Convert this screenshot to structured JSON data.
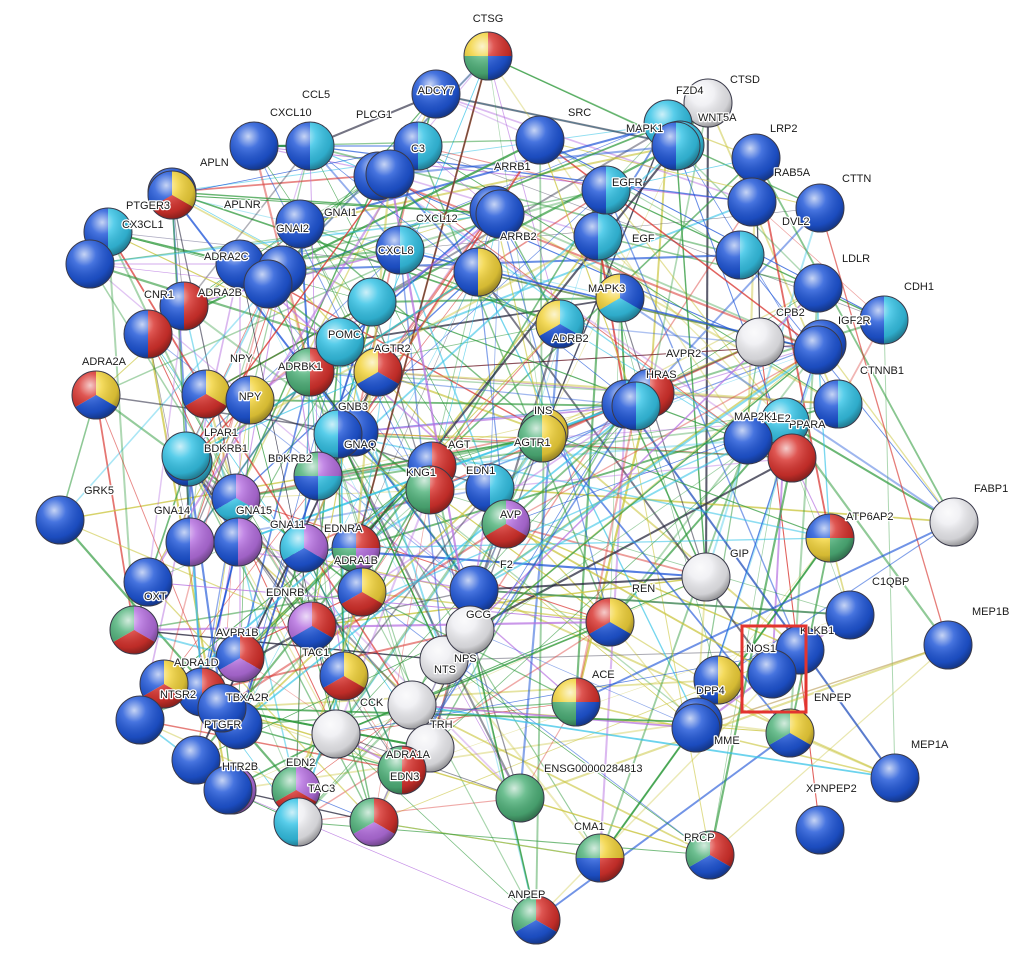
{
  "network": {
    "colors": {
      "blue": "#1f56d8",
      "cyan": "#35c3e6",
      "yellow": "#f2d33a",
      "red": "#d8322d",
      "green": "#4fb27a",
      "violet": "#b56fe0",
      "white": "#eeeef2",
      "edge_green": "#2f9a3c",
      "edge_yellow": "#c9c43a",
      "edge_dark": "#23233a",
      "highlight_box": "#e3342f"
    },
    "highlighted_node": "NOS1",
    "nodes": [
      {
        "id": "CTSG",
        "label": "CTSG",
        "colors": [
          "red",
          "blue",
          "green",
          "yellow"
        ]
      },
      {
        "id": "CTSD",
        "label": "CTSD",
        "colors": [
          "white"
        ]
      },
      {
        "id": "FZD4",
        "label": "FZD4",
        "colors": [
          "cyan"
        ]
      },
      {
        "id": "WNT5A",
        "label": "WNT5A",
        "colors": [
          "cyan"
        ]
      },
      {
        "id": "LRP2",
        "label": "LRP2",
        "colors": [
          "blue"
        ]
      },
      {
        "id": "RAB5A",
        "label": "RAB5A",
        "colors": [
          "blue"
        ]
      },
      {
        "id": "CTTN",
        "label": "CTTN",
        "colors": [
          "blue"
        ]
      },
      {
        "id": "DVL2",
        "label": "DVL2",
        "colors": [
          "cyan",
          "blue"
        ]
      },
      {
        "id": "LDLR",
        "label": "LDLR",
        "colors": [
          "blue"
        ]
      },
      {
        "id": "CDH1",
        "label": "CDH1",
        "colors": [
          "cyan",
          "blue"
        ]
      },
      {
        "id": "IGF2R",
        "label": "IGF2R",
        "colors": [
          "blue"
        ]
      },
      {
        "id": "CPB2",
        "label": "CPB2",
        "colors": [
          "white"
        ]
      },
      {
        "id": "CTNNB1",
        "label": "CTNNB1",
        "colors": [
          "cyan",
          "blue"
        ]
      },
      {
        "id": "PPARA",
        "label": "PPARA",
        "colors": [
          "cyan"
        ]
      },
      {
        "id": "FABP1",
        "label": "FABP1",
        "colors": [
          "white"
        ]
      },
      {
        "id": "ATP6AP2",
        "label": "ATP6AP2",
        "colors": [
          "red",
          "green",
          "yellow",
          "blue"
        ]
      },
      {
        "id": "C1QBP",
        "label": "C1QBP",
        "colors": [
          "blue"
        ]
      },
      {
        "id": "MEP1B",
        "label": "MEP1B",
        "colors": [
          "blue"
        ]
      },
      {
        "id": "MEP1A",
        "label": "MEP1A",
        "colors": [
          "blue"
        ]
      },
      {
        "id": "XPNPEP2",
        "label": "XPNPEP2",
        "colors": [
          "blue"
        ]
      },
      {
        "id": "ENPEP",
        "label": "ENPEP",
        "colors": [
          "yellow",
          "blue",
          "green"
        ]
      },
      {
        "id": "KLKB1",
        "label": "KLKB1",
        "colors": [
          "blue"
        ]
      },
      {
        "id": "NOS1",
        "label": "NOS1",
        "colors": [
          "blue"
        ]
      },
      {
        "id": "DPP4",
        "label": "DPP4",
        "colors": [
          "yellow",
          "blue"
        ]
      },
      {
        "id": "MME",
        "label": "MME",
        "colors": [
          "blue"
        ]
      },
      {
        "id": "PRCP",
        "label": "PRCP",
        "colors": [
          "red",
          "blue",
          "green"
        ]
      },
      {
        "id": "CMA1",
        "label": "CMA1",
        "colors": [
          "yellow",
          "red",
          "blue",
          "green"
        ]
      },
      {
        "id": "ANPEP",
        "label": "ANPEP",
        "colors": [
          "red",
          "blue",
          "green"
        ]
      },
      {
        "id": "ENSG00000284813",
        "label": "ENSG00000284813",
        "colors": [
          "green"
        ]
      },
      {
        "id": "ACE",
        "label": "ACE",
        "colors": [
          "red",
          "blue",
          "green",
          "yellow"
        ]
      },
      {
        "id": "REN",
        "label": "REN",
        "colors": [
          "yellow",
          "blue",
          "red"
        ]
      },
      {
        "id": "GIP",
        "label": "GIP",
        "colors": [
          "white"
        ]
      },
      {
        "id": "ACE2",
        "label": "ACE2",
        "colors": [
          "red"
        ]
      },
      {
        "id": "MAP2K1",
        "label": "MAP2K1",
        "colors": [
          "blue"
        ]
      },
      {
        "id": "HRAS",
        "label": "HRAS",
        "colors": [
          "cyan",
          "blue"
        ]
      },
      {
        "id": "AVPR2",
        "label": "AVPR2",
        "colors": [
          "red",
          "blue"
        ]
      },
      {
        "id": "INS",
        "label": "INS",
        "colors": [
          "yellow",
          "green"
        ]
      },
      {
        "id": "MAPK3",
        "label": "MAPK3",
        "colors": [
          "blue",
          "cyan",
          "yellow"
        ]
      },
      {
        "id": "ADRB2",
        "label": "ADRB2",
        "colors": [
          "cyan",
          "blue",
          "yellow"
        ]
      },
      {
        "id": "EGF",
        "label": "EGF",
        "colors": [
          "cyan",
          "blue"
        ]
      },
      {
        "id": "EGFR",
        "label": "EGFR",
        "colors": [
          "cyan",
          "blue"
        ]
      },
      {
        "id": "MAPK1",
        "label": "MAPK1",
        "colors": [
          "cyan",
          "blue"
        ]
      },
      {
        "id": "SRC",
        "label": "SRC",
        "colors": [
          "blue"
        ]
      },
      {
        "id": "ARRB1",
        "label": "ARRB1",
        "colors": [
          "blue"
        ]
      },
      {
        "id": "ARRB2",
        "label": "ARRB2",
        "colors": [
          "yellow",
          "blue"
        ]
      },
      {
        "id": "ADCY7",
        "label": "ADCY7",
        "colors": [
          "blue"
        ]
      },
      {
        "id": "CXCL12",
        "label": "CXCL12",
        "colors": [
          "cyan",
          "blue"
        ]
      },
      {
        "id": "CXCL8",
        "label": "CXCL8",
        "colors": [
          "cyan"
        ]
      },
      {
        "id": "C3",
        "label": "C3",
        "colors": [
          "cyan",
          "blue"
        ]
      },
      {
        "id": "PLCG1",
        "label": "PLCG1",
        "colors": [
          "blue"
        ]
      },
      {
        "id": "CCL5",
        "label": "CCL5",
        "colors": [
          "cyan",
          "blue"
        ]
      },
      {
        "id": "CXCL10",
        "label": "CXCL10",
        "colors": [
          "blue"
        ]
      },
      {
        "id": "APLNR",
        "label": "APLNR",
        "colors": [
          "blue"
        ]
      },
      {
        "id": "APLN",
        "label": "APLN",
        "colors": [
          "blue"
        ]
      },
      {
        "id": "GNAI1",
        "label": "GNAI1",
        "colors": [
          "blue"
        ]
      },
      {
        "id": "GNAI2",
        "label": "GNAI2",
        "colors": [
          "blue"
        ]
      },
      {
        "id": "PTGER3",
        "label": "PTGER3",
        "colors": [
          "yellow",
          "red",
          "blue"
        ]
      },
      {
        "id": "CX3CL1",
        "label": "CX3CL1",
        "colors": [
          "cyan",
          "blue"
        ]
      },
      {
        "id": "ADRA2C",
        "label": "ADRA2C",
        "colors": [
          "blue"
        ]
      },
      {
        "id": "ADRA2B",
        "label": "ADRA2B",
        "colors": [
          "red",
          "blue"
        ]
      },
      {
        "id": "CNR1",
        "label": "CNR1",
        "colors": [
          "red",
          "blue"
        ]
      },
      {
        "id": "ADRA2A",
        "label": "ADRA2A",
        "colors": [
          "yellow",
          "blue",
          "red"
        ]
      },
      {
        "id": "NPY",
        "label": "NPY",
        "colors": [
          "yellow",
          "red",
          "blue"
        ]
      },
      {
        "id": "NPY2",
        "label": "NPY",
        "colors": [
          "yellow",
          "blue"
        ]
      },
      {
        "id": "ADRBK1",
        "label": "ADRBK1",
        "colors": [
          "red",
          "green"
        ]
      },
      {
        "id": "POMC",
        "label": "POMC",
        "colors": [
          "cyan"
        ]
      },
      {
        "id": "AGTR2",
        "label": "AGTR2",
        "colors": [
          "red",
          "blue",
          "yellow"
        ]
      },
      {
        "id": "GNB3",
        "label": "GNB3",
        "colors": [
          "blue"
        ]
      },
      {
        "id": "GNAQ",
        "label": "GNAQ",
        "colors": [
          "blue",
          "cyan"
        ]
      },
      {
        "id": "AGT",
        "label": "AGT",
        "colors": [
          "red",
          "green",
          "blue"
        ]
      },
      {
        "id": "AGTR1",
        "label": "AGTR1",
        "colors": [
          "yellow",
          "green"
        ]
      },
      {
        "id": "KNG1",
        "label": "KNG1",
        "colors": [
          "red",
          "green"
        ]
      },
      {
        "id": "EDN1",
        "label": "EDN1",
        "colors": [
          "cyan",
          "blue"
        ]
      },
      {
        "id": "AVP",
        "label": "AVP",
        "colors": [
          "violet",
          "red",
          "green"
        ]
      },
      {
        "id": "EDNRA",
        "label": "EDNRA",
        "colors": [
          "red",
          "violet",
          "green",
          "blue"
        ]
      },
      {
        "id": "LPAR1",
        "label": "LPAR1",
        "colors": [
          "cyan",
          "blue"
        ]
      },
      {
        "id": "BDKRB1",
        "label": "BDKRB1",
        "colors": [
          "violet",
          "cyan",
          "blue"
        ]
      },
      {
        "id": "BDKRB2",
        "label": "BDKRB2",
        "colors": [
          "violet",
          "cyan",
          "blue",
          "green"
        ]
      },
      {
        "id": "GRK5",
        "label": "GRK5",
        "colors": [
          "blue"
        ]
      },
      {
        "id": "GNA14",
        "label": "GNA14",
        "colors": [
          "violet",
          "blue"
        ]
      },
      {
        "id": "GNA15",
        "label": "GNA15",
        "colors": [
          "violet",
          "blue"
        ]
      },
      {
        "id": "GNA11",
        "label": "GNA11",
        "colors": [
          "violet",
          "blue",
          "cyan"
        ]
      },
      {
        "id": "F2",
        "label": "F2",
        "colors": [
          "blue"
        ]
      },
      {
        "id": "OXT",
        "label": "OXT",
        "colors": [
          "violet",
          "red",
          "green"
        ]
      },
      {
        "id": "EDNRB",
        "label": "EDNRB",
        "colors": [
          "red",
          "blue",
          "violet"
        ]
      },
      {
        "id": "ADRA1B",
        "label": "ADRA1B",
        "colors": [
          "yellow",
          "red",
          "blue"
        ]
      },
      {
        "id": "AVPR1B",
        "label": "AVPR1B",
        "colors": [
          "red",
          "violet",
          "blue"
        ]
      },
      {
        "id": "ADRA1D",
        "label": "ADRA1D",
        "colors": [
          "red",
          "blue"
        ]
      },
      {
        "id": "TAC1",
        "label": "TAC1",
        "colors": [
          "yellow",
          "red",
          "blue"
        ]
      },
      {
        "id": "NPS",
        "label": "NPS",
        "colors": [
          "white"
        ]
      },
      {
        "id": "GCG",
        "label": "GCG",
        "colors": [
          "white"
        ]
      },
      {
        "id": "NTS",
        "label": "NTS",
        "colors": [
          "white"
        ]
      },
      {
        "id": "NTSR2",
        "label": "NTSR2",
        "colors": [
          "yellow",
          "red",
          "blue"
        ]
      },
      {
        "id": "TBXA2R",
        "label": "TBXA2R",
        "colors": [
          "blue"
        ]
      },
      {
        "id": "PTGFR",
        "label": "PTGFR",
        "colors": [
          "blue"
        ]
      },
      {
        "id": "CCK",
        "label": "CCK",
        "colors": [
          "white"
        ]
      },
      {
        "id": "TRH",
        "label": "TRH",
        "colors": [
          "white"
        ]
      },
      {
        "id": "ADRA1A",
        "label": "ADRA1A",
        "colors": [
          "red",
          "green"
        ]
      },
      {
        "id": "EDN2",
        "label": "EDN2",
        "colors": [
          "violet",
          "red",
          "green"
        ]
      },
      {
        "id": "EDN3",
        "label": "EDN3",
        "colors": [
          "red",
          "violet",
          "green"
        ]
      },
      {
        "id": "HTR2B",
        "label": "HTR2B",
        "colors": [
          "violet",
          "blue"
        ]
      },
      {
        "id": "TAC3",
        "label": "TAC3",
        "colors": [
          "white",
          "cyan"
        ]
      },
      {
        "id": "BLUE_L1",
        "label": "",
        "colors": [
          "blue"
        ]
      },
      {
        "id": "BLUE_L2",
        "label": "",
        "colors": [
          "blue"
        ]
      },
      {
        "id": "BLUE_L3",
        "label": "",
        "colors": [
          "blue"
        ]
      },
      {
        "id": "BLUE_L4",
        "label": "",
        "colors": [
          "blue"
        ]
      },
      {
        "id": "BLUE_L5",
        "label": "",
        "colors": [
          "blue"
        ]
      },
      {
        "id": "CYAN_L1",
        "label": "",
        "colors": [
          "cyan"
        ]
      },
      {
        "id": "BLUE_M1",
        "label": "",
        "colors": [
          "blue"
        ]
      },
      {
        "id": "BLUE_M2",
        "label": "",
        "colors": [
          "blue"
        ]
      },
      {
        "id": "BLUE_R1",
        "label": "",
        "colors": [
          "blue"
        ]
      },
      {
        "id": "BLUE_B1",
        "label": "",
        "colors": [
          "blue"
        ]
      },
      {
        "id": "WHITE_C1",
        "label": "",
        "colors": [
          "white"
        ]
      },
      {
        "id": "CYAN_R1",
        "label": "",
        "colors": [
          "cyan",
          "blue"
        ]
      }
    ]
  }
}
